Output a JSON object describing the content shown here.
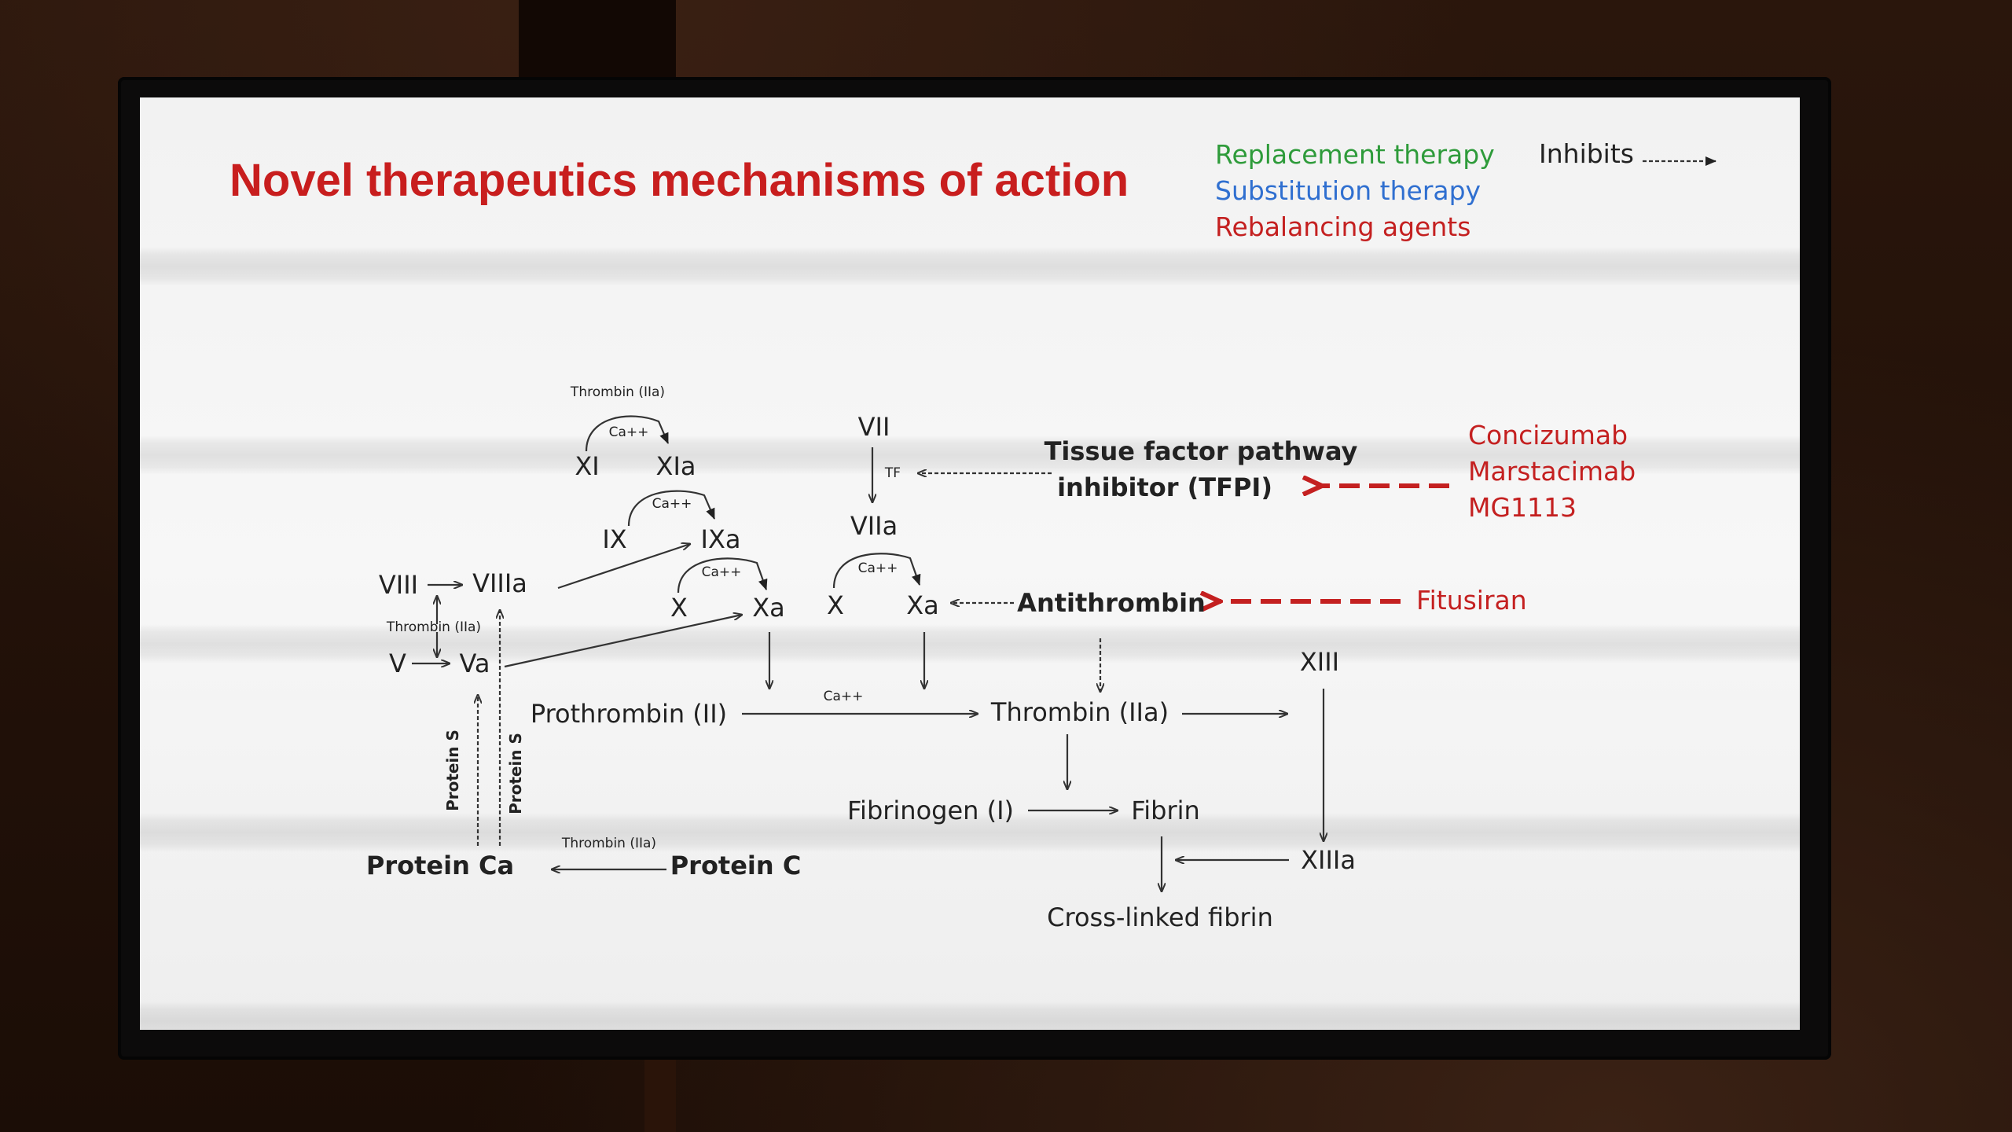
{
  "slide": {
    "title": "Novel therapeutics mechanisms of action",
    "legend": [
      {
        "text": "Replacement therapy",
        "color": "#2e9b3a"
      },
      {
        "text": "Substitution therapy",
        "color": "#2f6fd0"
      },
      {
        "text": "Rebalancing agents",
        "color": "#c42020"
      }
    ],
    "inhibits_label": "Inhibits",
    "accent_color": "#c81e1e"
  },
  "diagram": {
    "thrombin_iia_small": "Thrombin (IIa)",
    "ca": "Ca++",
    "xi": "XI",
    "xia": "XIa",
    "ix": "IX",
    "ixa": "IXa",
    "viii": "VIII",
    "viiia": "VIIIa",
    "v": "V",
    "va": "Va",
    "x": "X",
    "xa": "Xa",
    "vii": "VII",
    "viia": "VIIa",
    "tf": "TF",
    "tfpi_line1": "Tissue factor pathway",
    "tfpi_line2": "inhibitor (TFPI)",
    "antithrombin": "Antithrombin",
    "prothrombin": "Prothrombin (II)",
    "thrombin": "Thrombin (IIa)",
    "xiii": "XIII",
    "xiiia": "XIIIa",
    "fibrinogen": "Fibrinogen (I)",
    "fibrin": "Fibrin",
    "cross_linked": "Cross-linked fibrin",
    "protein_ca": "Protein Ca",
    "protein_c": "Protein C",
    "protein_s": "Protein S"
  },
  "drugs": {
    "tfpi_targets": [
      "Concizumab",
      "Marstacimab",
      "MG1113"
    ],
    "antithrombin_target": "Fitusiran"
  }
}
